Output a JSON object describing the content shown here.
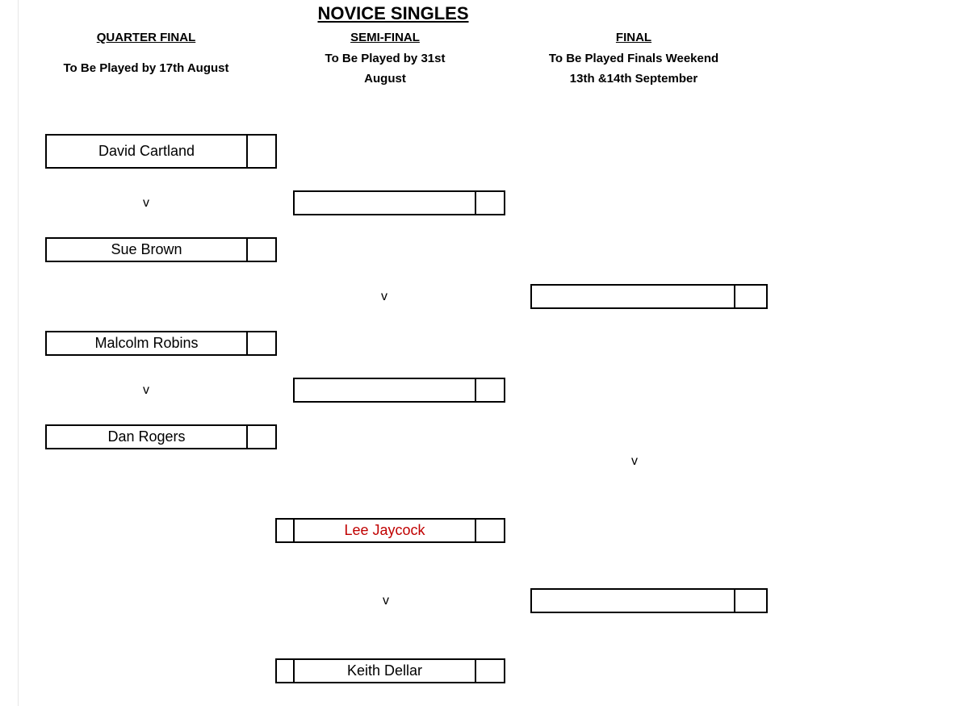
{
  "title": "NOVICE SINGLES",
  "columns": {
    "quarter": {
      "heading": "QUARTER FINAL",
      "schedule": "To Be Played by 17th August"
    },
    "semi": {
      "heading": "SEMI-FINAL",
      "schedule_line1": "To Be Played by 31st",
      "schedule_line2": "August"
    },
    "final": {
      "heading": "FINAL",
      "schedule_line1": "To Be Played Finals Weekend",
      "schedule_line2": "13th &14th September"
    }
  },
  "vs_label": "v",
  "players": {
    "qf1": "David Cartland",
    "qf2": "Sue Brown",
    "qf3": "Malcolm Robins",
    "qf4": "Dan Rogers",
    "sf1": "",
    "sf2": "",
    "sf3": "Lee Jaycock",
    "sf4": "Keith Dellar",
    "f1": "",
    "f2": ""
  },
  "colors": {
    "highlight_player": "#c00000"
  }
}
